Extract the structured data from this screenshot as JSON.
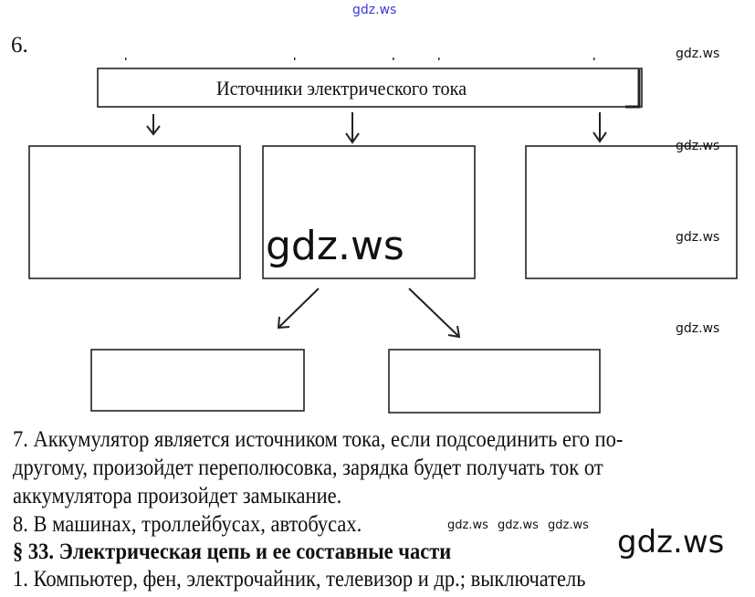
{
  "watermarks": {
    "top": "gdz.ws",
    "right_1": "gdz.ws",
    "right_2": "gdz.ws",
    "right_3": "gdz.ws",
    "right_4": "gdz.ws",
    "center_big": "gdz.ws",
    "bottom_big": "gdz.ws",
    "inline_1": "gdz.ws",
    "inline_2": "gdz.ws",
    "inline_3": "gdz.ws"
  },
  "task6": {
    "number": "6.",
    "diagram_title": "Источники электрического тока"
  },
  "lines": [
    "7. Аккумулятор является источником тока, если подсоединить его по-",
    "другому, произойдет переполюсовка, зарядка будет получать ток от",
    "аккумулятора произойдет замыкание.",
    "8. В машинах, троллейбусах, автобусах.",
    "§ 33.  Электрическая цепь и ее составные части",
    "1. Компьютер, фен, электрочайник, телевизор и др.; выключатель"
  ]
}
